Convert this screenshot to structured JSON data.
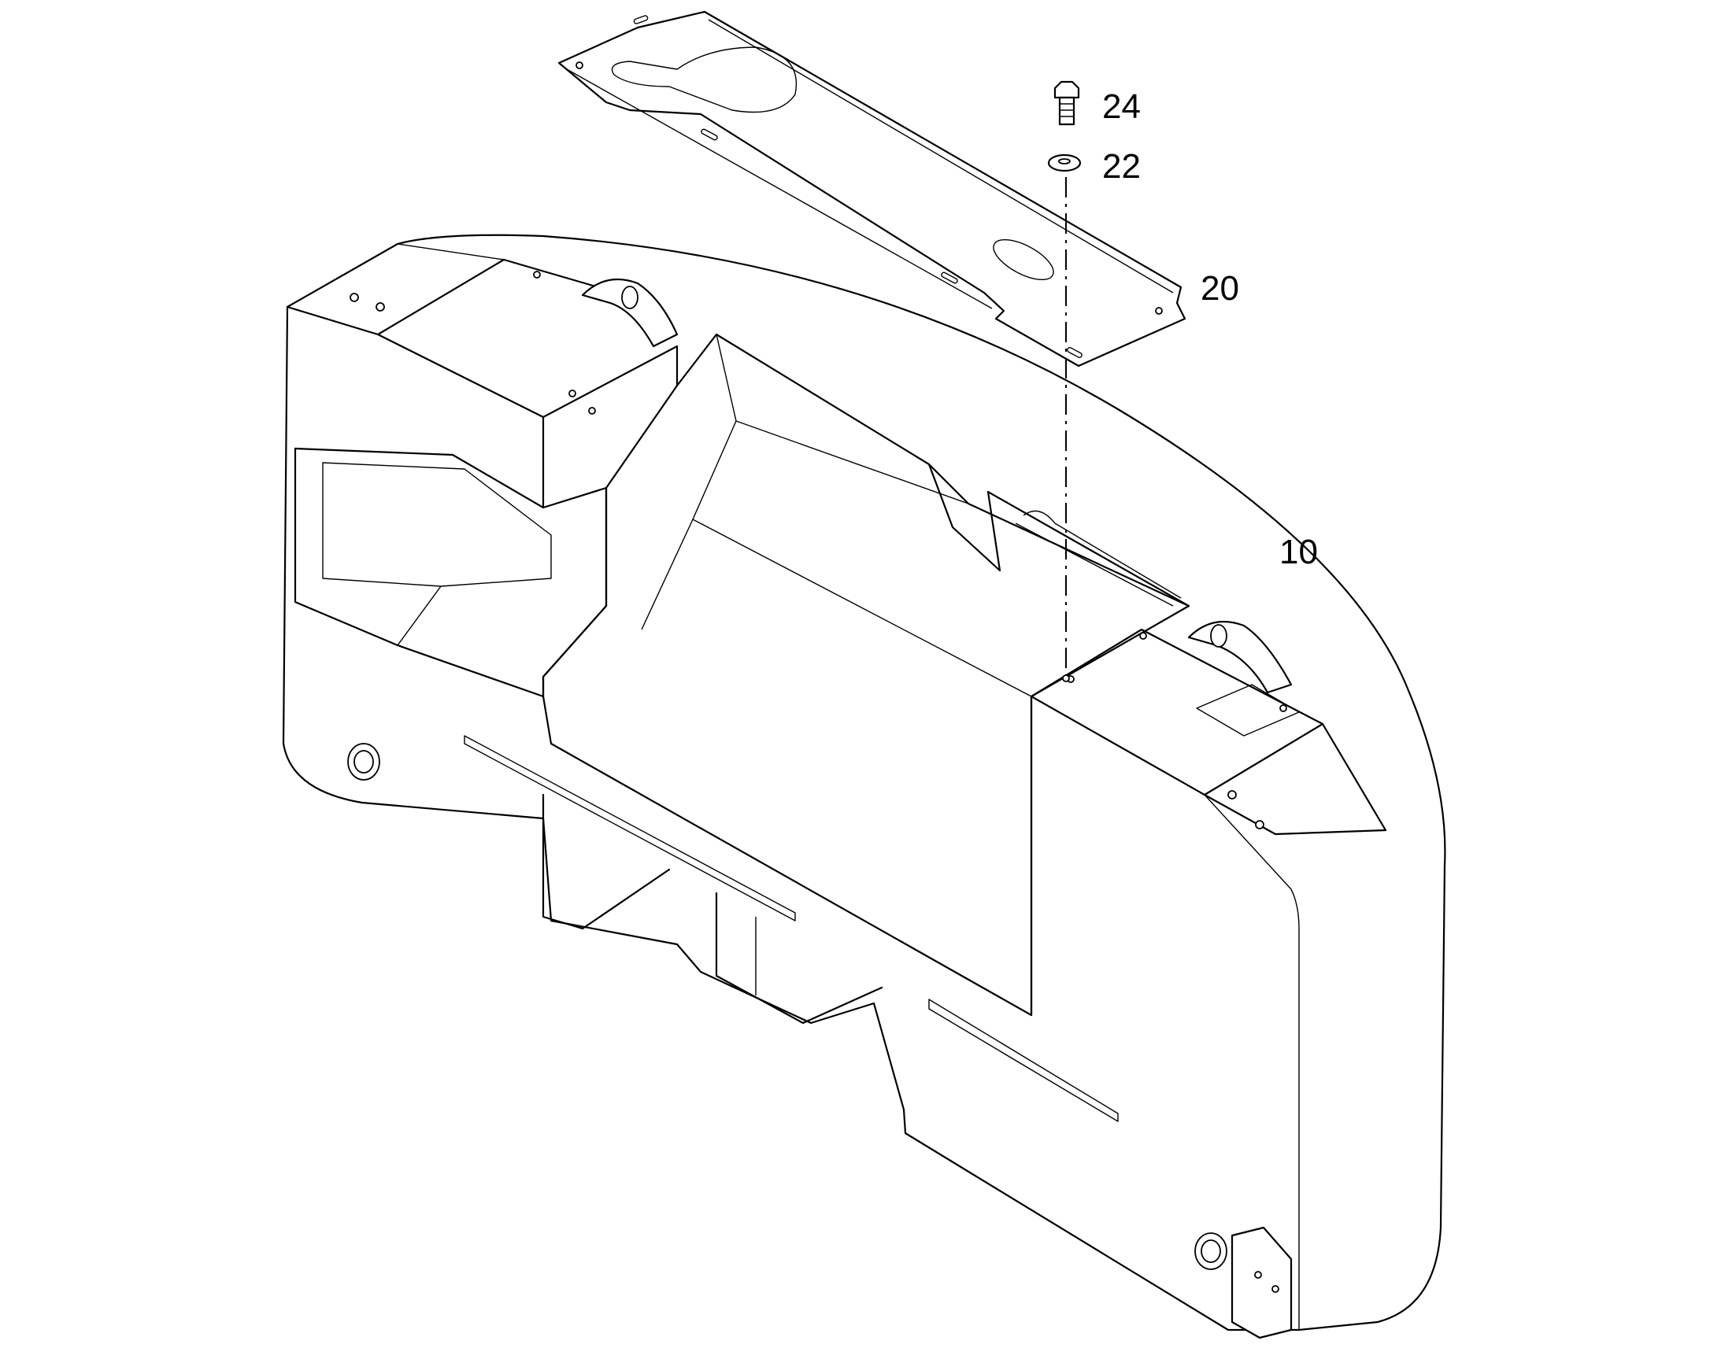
{
  "callouts": [
    {
      "id": "bolt",
      "label": "24"
    },
    {
      "id": "washer",
      "label": "22"
    },
    {
      "id": "cover-plate",
      "label": "20"
    },
    {
      "id": "counterweight",
      "label": "10"
    }
  ]
}
